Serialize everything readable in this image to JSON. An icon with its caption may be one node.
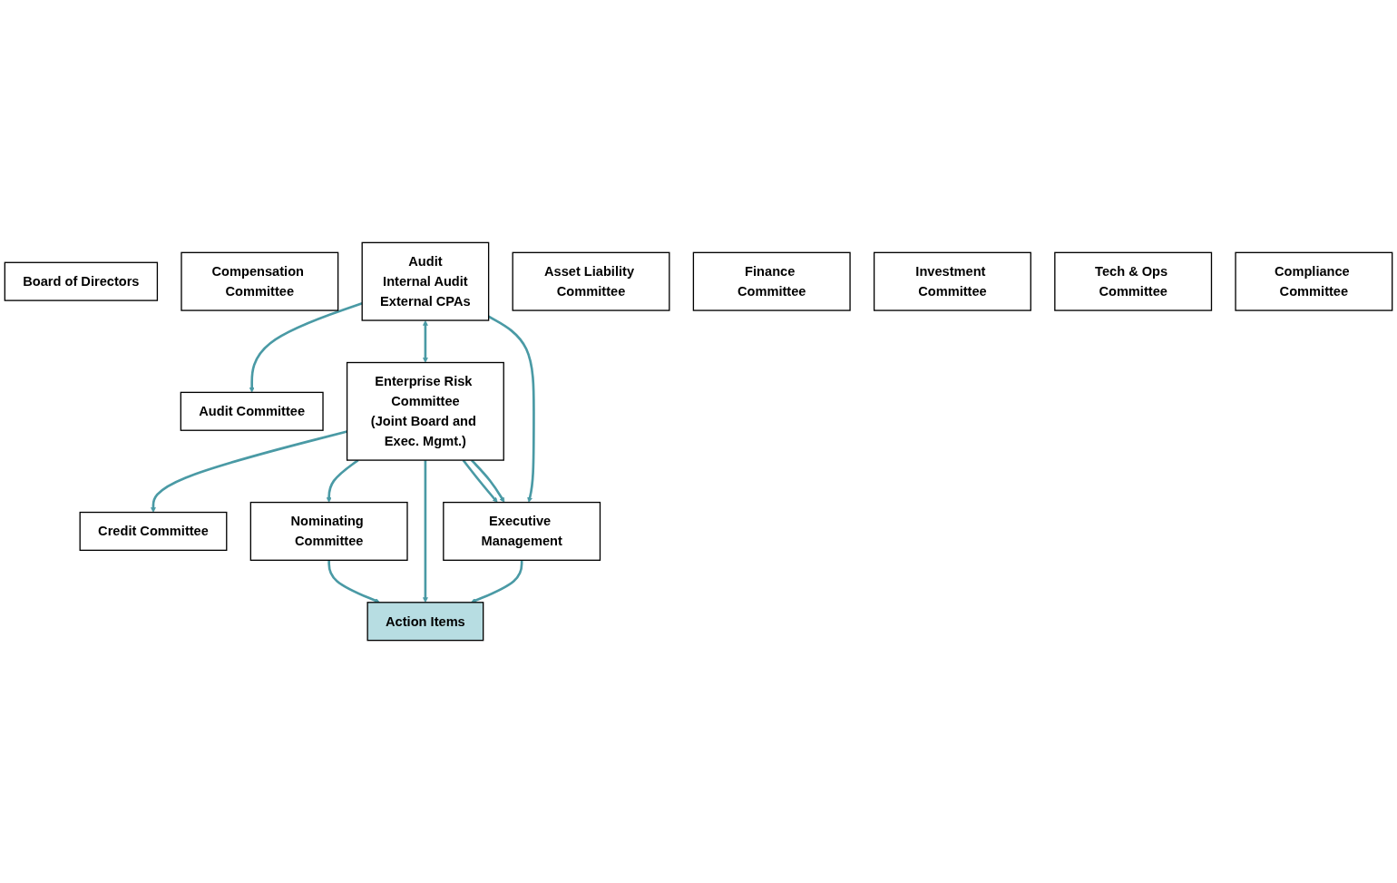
{
  "diagram": {
    "nodes": [
      {
        "text": [
          "Board of Directors"
        ]
      },
      {
        "text": [
          "Audit Committee"
        ]
      },
      {
        "text": [
          "Credit Committee"
        ]
      },
      {
        "text": [
          "Compensation Committee"
        ]
      },
      {
        "text": [
          "Nominating Committee"
        ]
      },
      {
        "text": [
          "Audit",
          "Internal Audit",
          "External CPAs"
        ]
      },
      {
        "text": [
          "Enterprise Risk Committee",
          "(Joint Board and Exec. Mgmt.)"
        ]
      },
      {
        "text": [
          "Action Items"
        ]
      },
      {
        "text": [
          "Executive Management"
        ]
      },
      {
        "text": [
          "Asset Liability Committee"
        ]
      },
      {
        "text": [
          "Finance Committee"
        ]
      },
      {
        "text": [
          "Investment Committee"
        ]
      },
      {
        "text": [
          "Tech & Ops Committee"
        ]
      },
      {
        "text": [
          "Compliance Committee"
        ]
      }
    ],
    "edges": [
      {
        "from": 5,
        "to": 1,
        "arrow": "to"
      },
      {
        "from": 6,
        "to": 2,
        "arrow": "to"
      },
      {
        "from": 6,
        "to": 4,
        "arrow": "to"
      },
      {
        "from": 5,
        "to": 6,
        "arrow": "both"
      },
      {
        "from": 6,
        "to": 7,
        "arrow": "to"
      },
      {
        "from": 4,
        "to": 7,
        "arrow": "to"
      },
      {
        "from": 5,
        "to": 8,
        "arrow": "to"
      },
      {
        "from": 6,
        "to": 8,
        "arrow": "to"
      },
      {
        "from": 6,
        "to": 8,
        "arrow": "to"
      },
      {
        "from": 8,
        "to": 7,
        "arrow": "to"
      }
    ]
  }
}
